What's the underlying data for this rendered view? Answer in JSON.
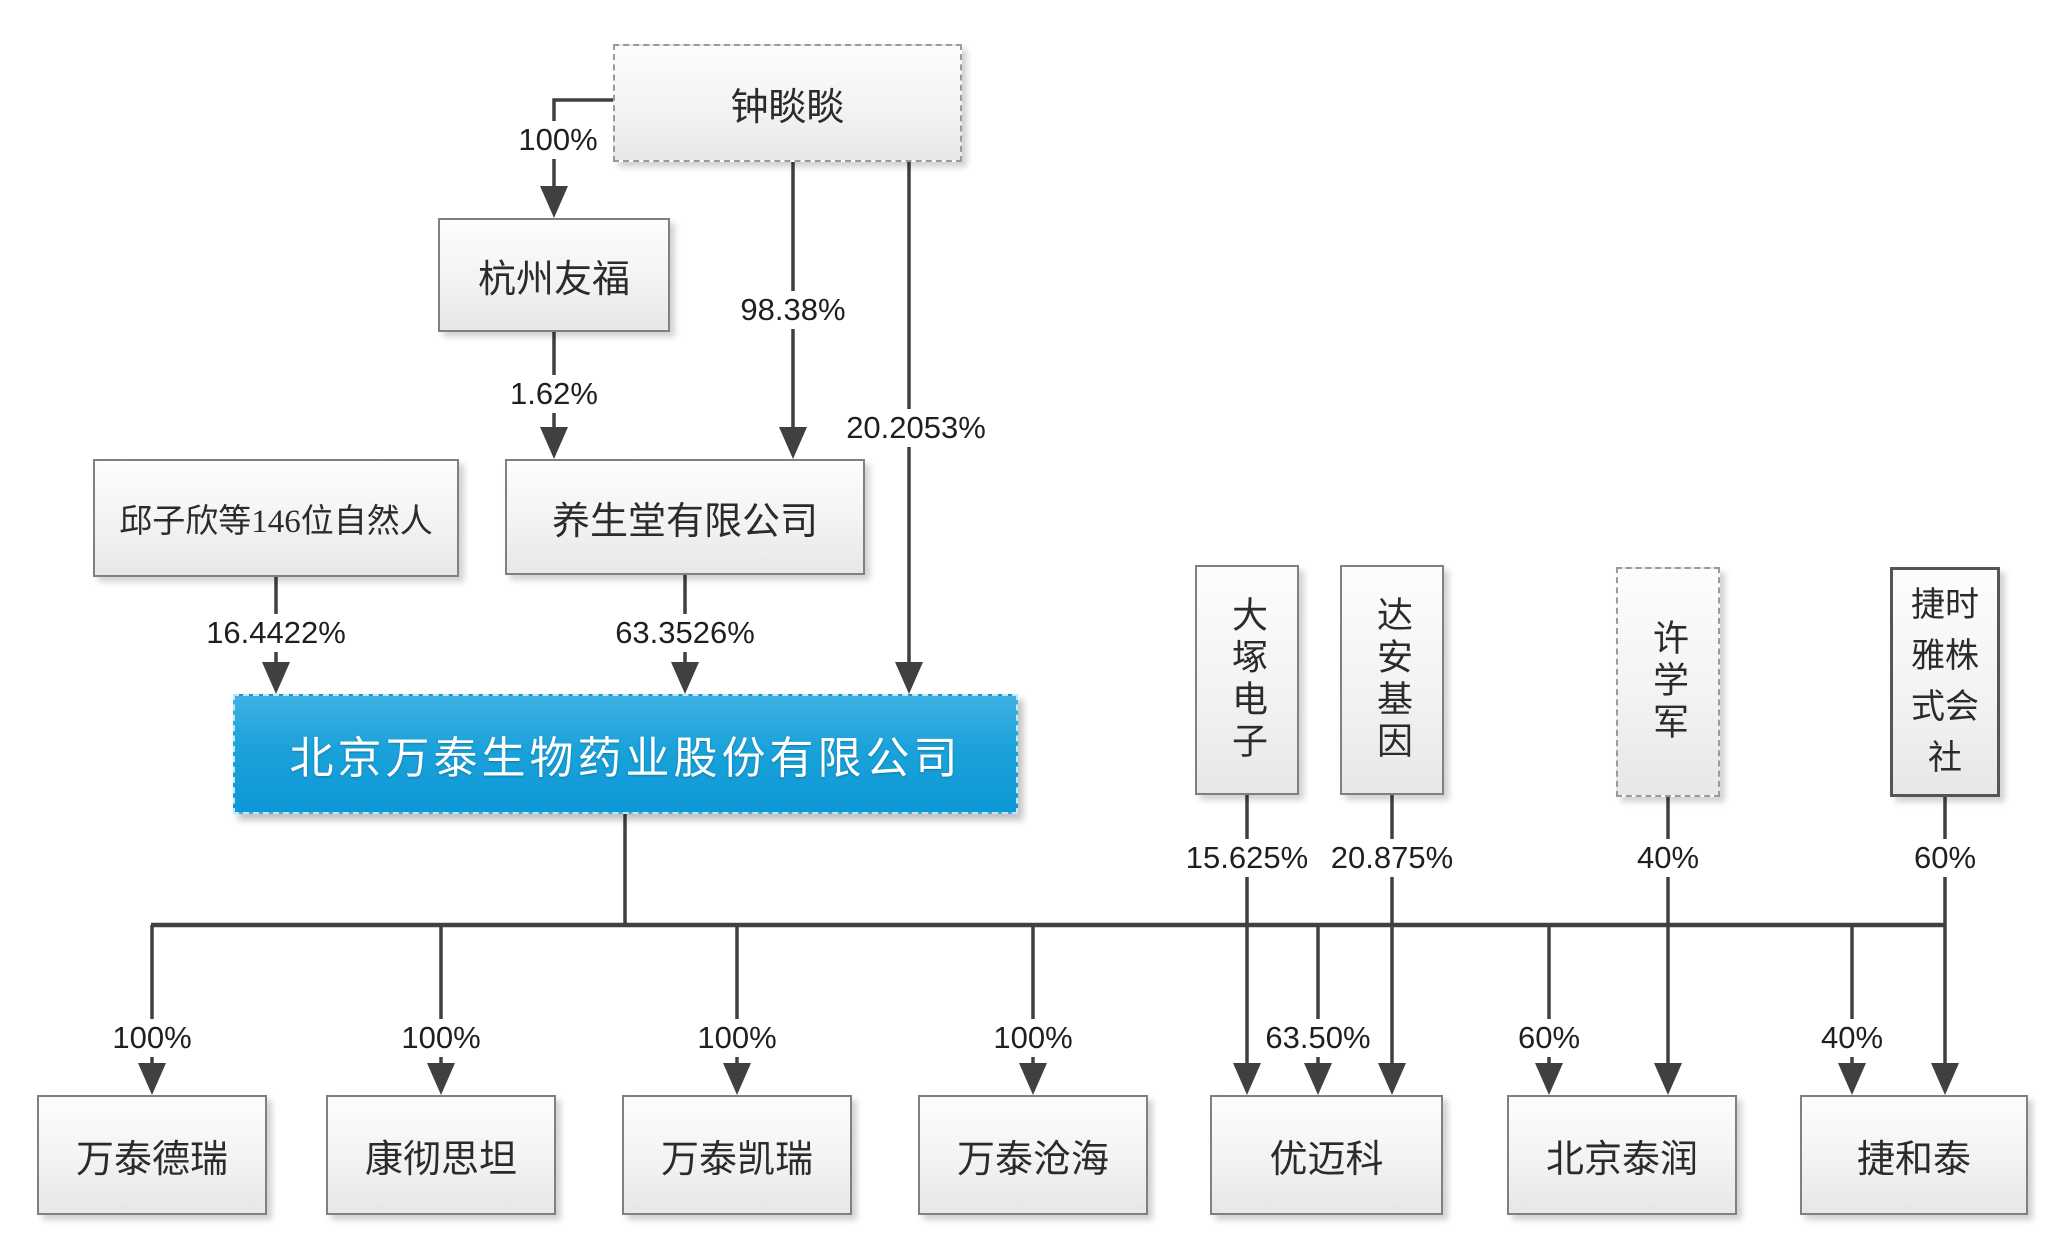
{
  "diagram": {
    "type": "equity-structure-chart",
    "accent_color": "#149dd8",
    "line_color": "#404040"
  },
  "nodes": {
    "zhong": {
      "label": "钟睒睒",
      "border": "dashed"
    },
    "hangzhouyoufu": {
      "label": "杭州友福",
      "border": "solid"
    },
    "qiu": {
      "label": "邱子欣等146位自然人",
      "border": "solid"
    },
    "yangshengtang": {
      "label": "养生堂有限公司",
      "border": "solid"
    },
    "main": {
      "label": "北京万泰生物药业股份有限公司",
      "border": "dashed",
      "fill": "#149dd8"
    },
    "otsuka": {
      "label": "大塚电子",
      "border": "solid",
      "orientation": "vertical"
    },
    "daan": {
      "label": "达安基因",
      "border": "solid",
      "orientation": "vertical"
    },
    "xuxuejun": {
      "label": "许学军",
      "border": "dashed",
      "orientation": "vertical"
    },
    "jsr": {
      "label": "捷时雅株式会社",
      "border": "solid"
    },
    "wtdr": {
      "label": "万泰德瑞",
      "border": "solid"
    },
    "kcst": {
      "label": "康彻思坦",
      "border": "solid"
    },
    "wtkr": {
      "label": "万泰凯瑞",
      "border": "solid"
    },
    "wtch": {
      "label": "万泰沧海",
      "border": "solid"
    },
    "ymk": {
      "label": "优迈科",
      "border": "solid"
    },
    "bjtr": {
      "label": "北京泰润",
      "border": "solid"
    },
    "jht": {
      "label": "捷和泰",
      "border": "solid"
    }
  },
  "edges": [
    {
      "from": "zhong",
      "to": "hangzhouyoufu",
      "label": "100%"
    },
    {
      "from": "zhong",
      "to": "yangshengtang",
      "label": "98.38%"
    },
    {
      "from": "zhong",
      "to": "main",
      "label": "20.2053%"
    },
    {
      "from": "hangzhouyoufu",
      "to": "yangshengtang",
      "label": "1.62%"
    },
    {
      "from": "qiu",
      "to": "main",
      "label": "16.4422%"
    },
    {
      "from": "yangshengtang",
      "to": "main",
      "label": "63.3526%"
    },
    {
      "from": "main",
      "to": "wtdr",
      "label": "100%"
    },
    {
      "from": "main",
      "to": "kcst",
      "label": "100%"
    },
    {
      "from": "main",
      "to": "wtkr",
      "label": "100%"
    },
    {
      "from": "main",
      "to": "wtch",
      "label": "100%"
    },
    {
      "from": "main",
      "to": "ymk",
      "label": "63.50%"
    },
    {
      "from": "main",
      "to": "bjtr",
      "label": "60%"
    },
    {
      "from": "main",
      "to": "jht",
      "label": "40%"
    },
    {
      "from": "otsuka",
      "to": "ymk",
      "label": "15.625%"
    },
    {
      "from": "daan",
      "to": "ymk",
      "label": "20.875%"
    },
    {
      "from": "xuxuejun",
      "to": "bjtr",
      "label": "40%"
    },
    {
      "from": "jsr",
      "to": "jht",
      "label": "60%"
    }
  ]
}
